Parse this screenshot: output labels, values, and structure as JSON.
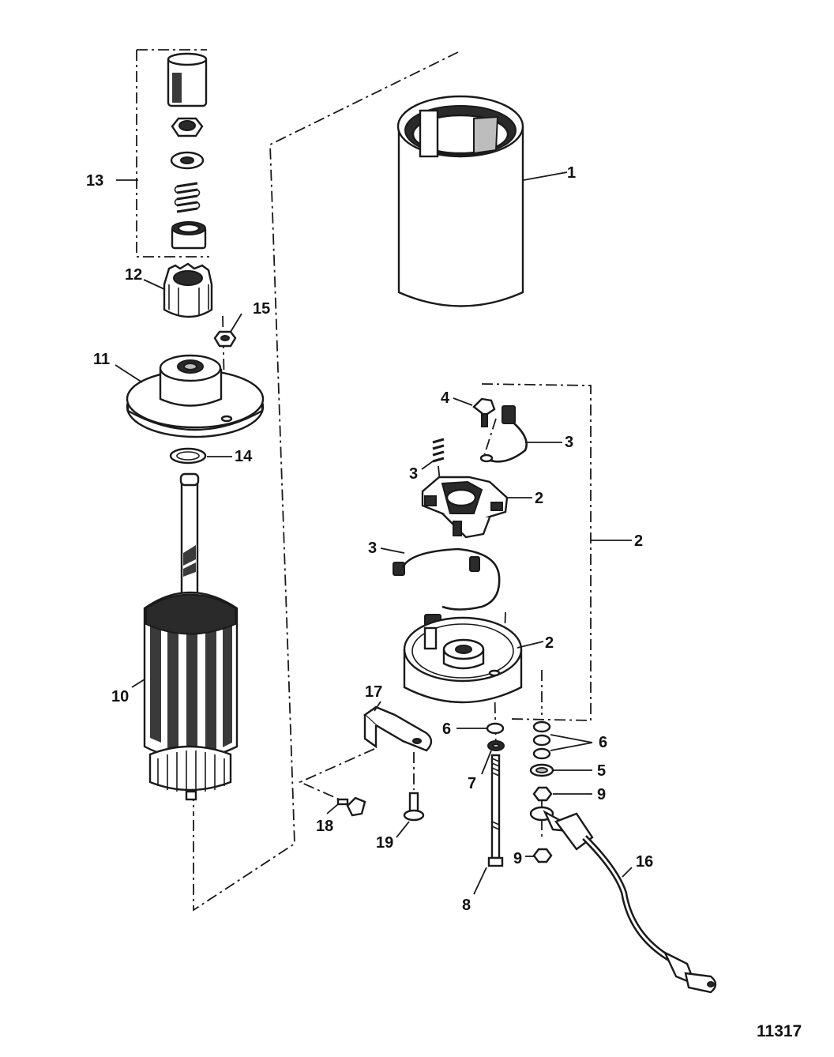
{
  "diagram": {
    "reference_number": "11317",
    "callouts": {
      "c1": "1",
      "c2a": "2",
      "c2b": "2",
      "c2c": "2",
      "c3a": "3",
      "c3b": "3",
      "c3c": "3",
      "c4": "4",
      "c5": "5",
      "c6a": "6",
      "c6b": "6",
      "c7": "7",
      "c8": "8",
      "c9a": "9",
      "c9b": "9",
      "c10": "10",
      "c11": "11",
      "c12": "12",
      "c13": "13",
      "c14": "14",
      "c15": "15",
      "c16": "16",
      "c17": "17",
      "c18": "18",
      "c19": "19"
    }
  }
}
